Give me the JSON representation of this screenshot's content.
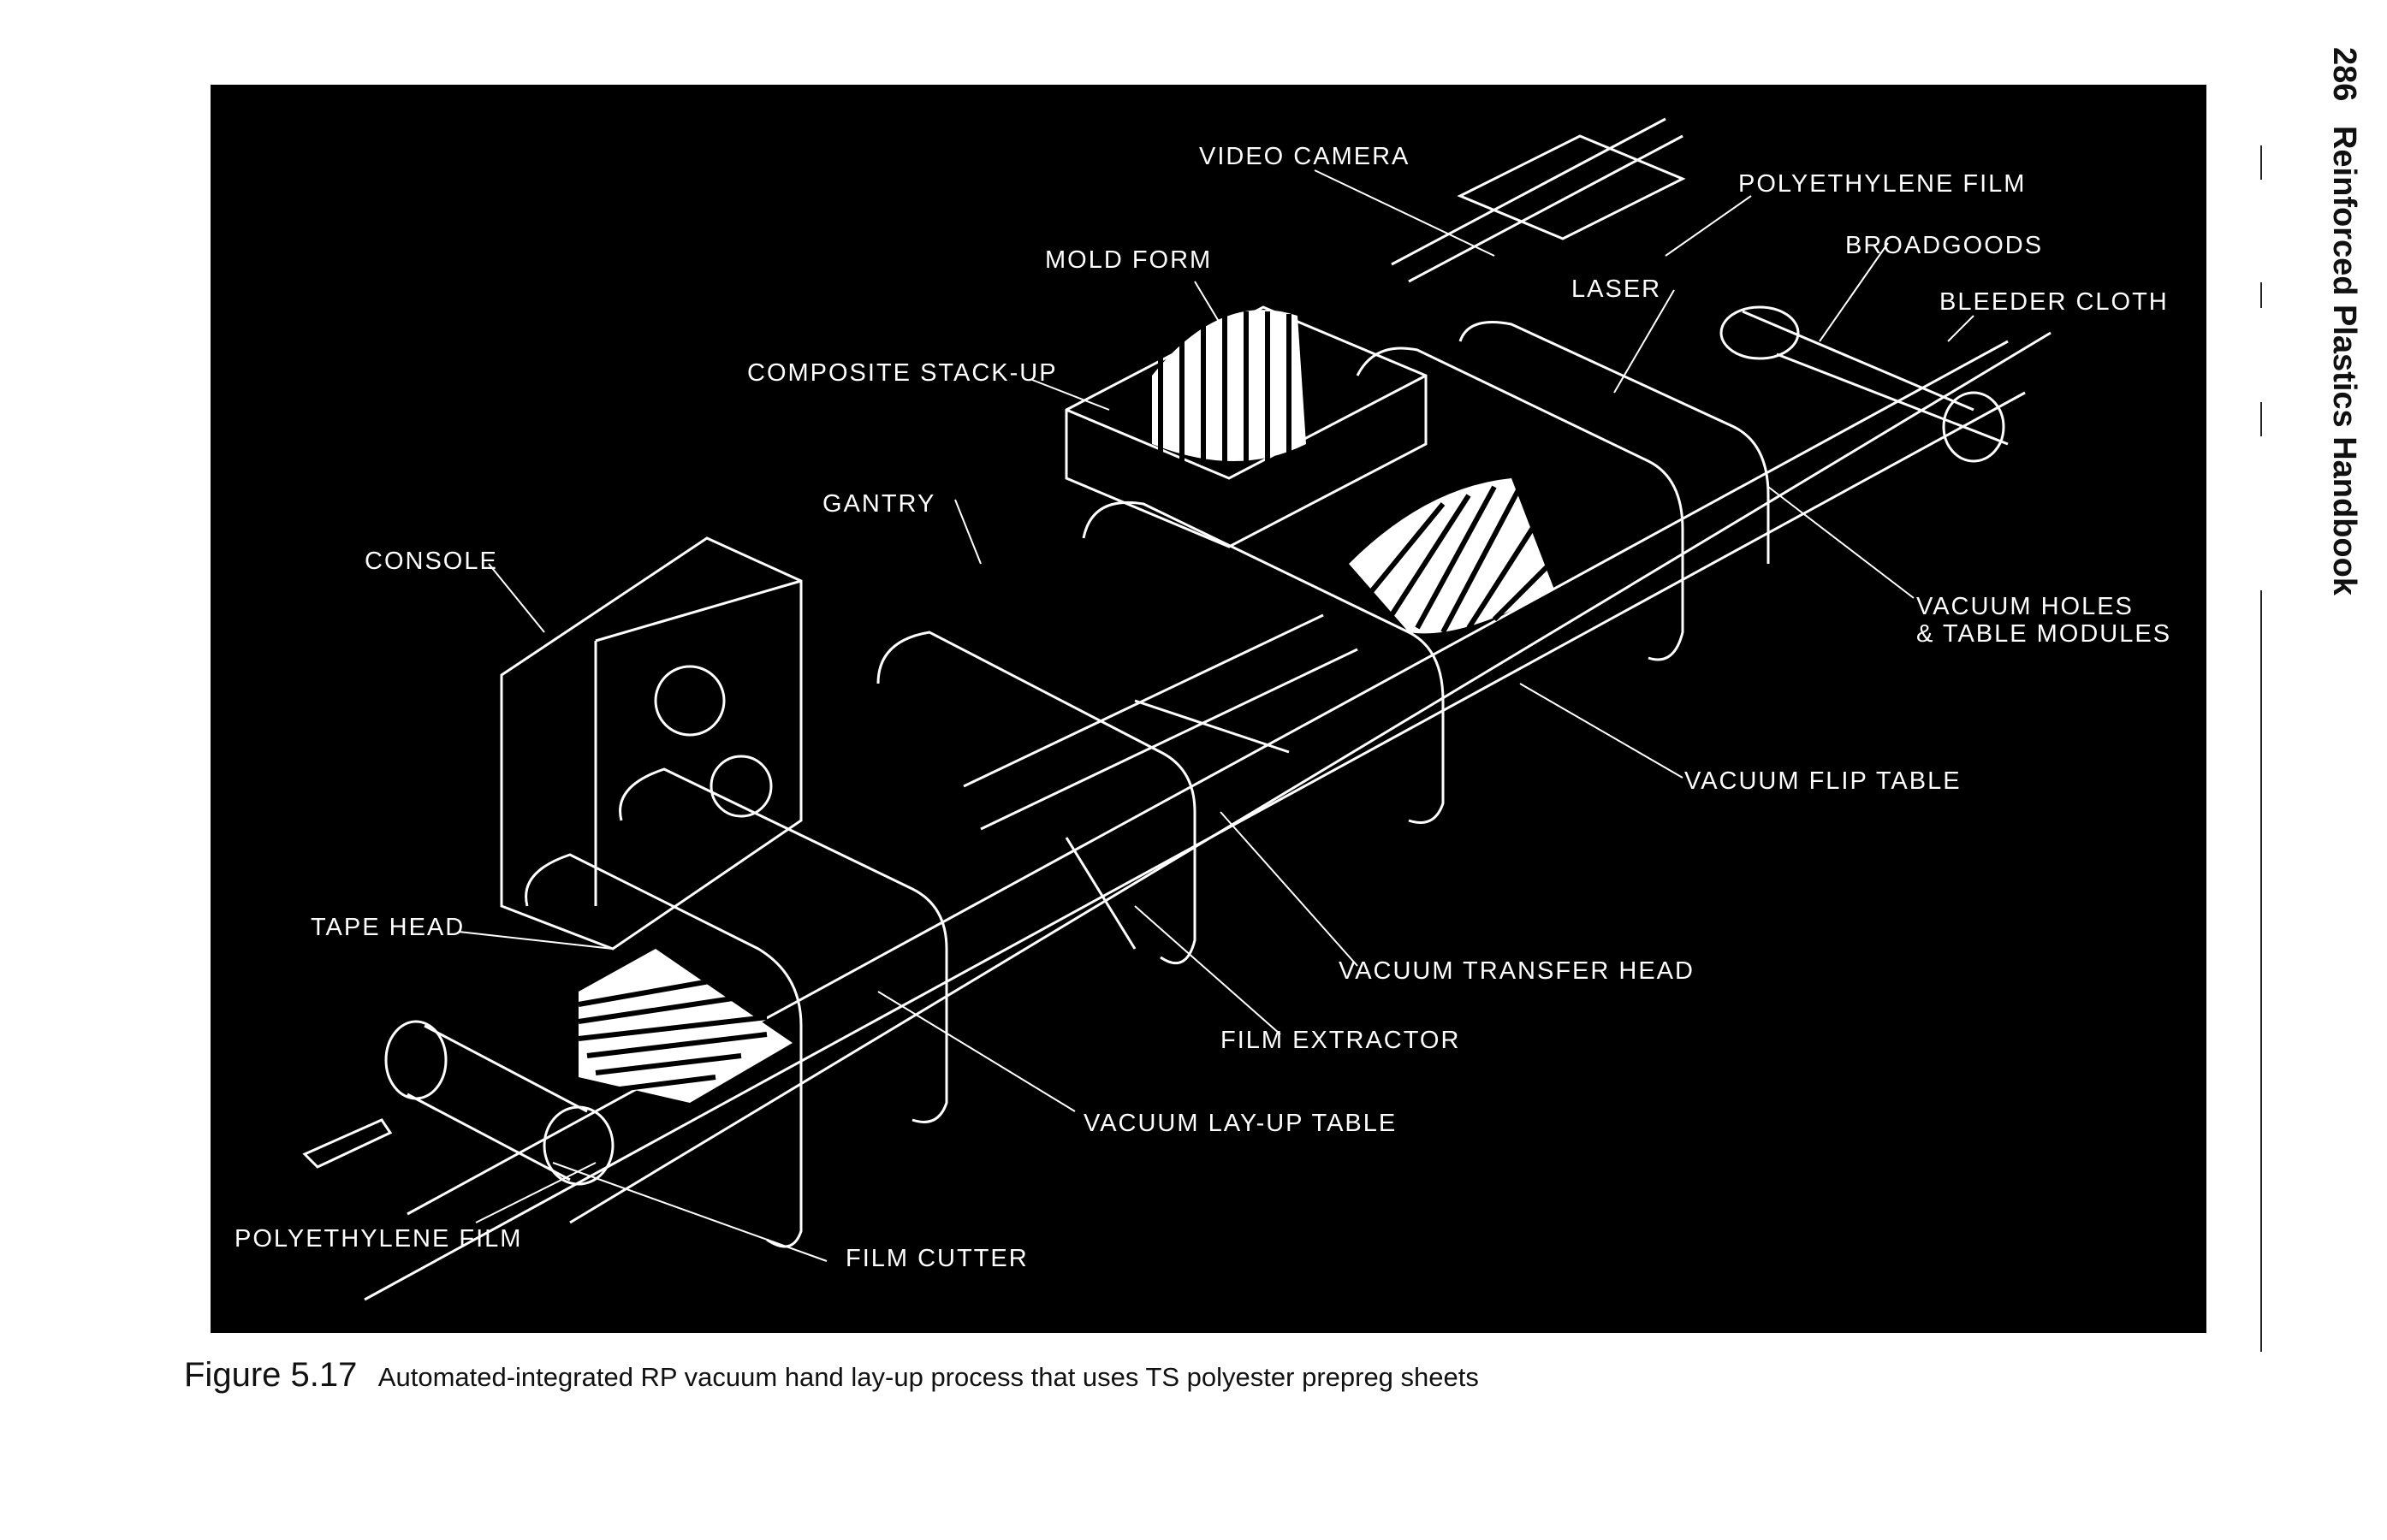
{
  "running_head": {
    "page_number": "286",
    "book_title": "Reinforced Plastics Handbook"
  },
  "figure": {
    "labels": {
      "video_camera": "VIDEO CAMERA",
      "polyethylene_film_top": "POLYETHYLENE FILM",
      "broadgoods": "BROADGOODS",
      "bleeder_cloth": "BLEEDER CLOTH",
      "mold_form": "MOLD FORM",
      "laser": "LASER",
      "composite_stack_up": "COMPOSITE STACK-UP",
      "gantry": "GANTRY",
      "console": "CONSOLE",
      "vacuum_holes_line1": "VACUUM HOLES",
      "vacuum_holes_line2": "& TABLE MODULES",
      "vacuum_flip_table": "VACUUM FLIP TABLE",
      "tape_head": "TAPE HEAD",
      "vacuum_transfer_head": "VACUUM TRANSFER HEAD",
      "film_extractor": "FILM EXTRACTOR",
      "vacuum_lay_up_table": "VACUUM LAY-UP TABLE",
      "polyethylene_film_bottom": "POLYETHYLENE FILM",
      "film_cutter": "FILM CUTTER"
    }
  },
  "caption": {
    "number": "Figure 5.17",
    "text": "Automated-integrated RP vacuum hand lay-up process that uses TS polyester prepreg sheets"
  }
}
